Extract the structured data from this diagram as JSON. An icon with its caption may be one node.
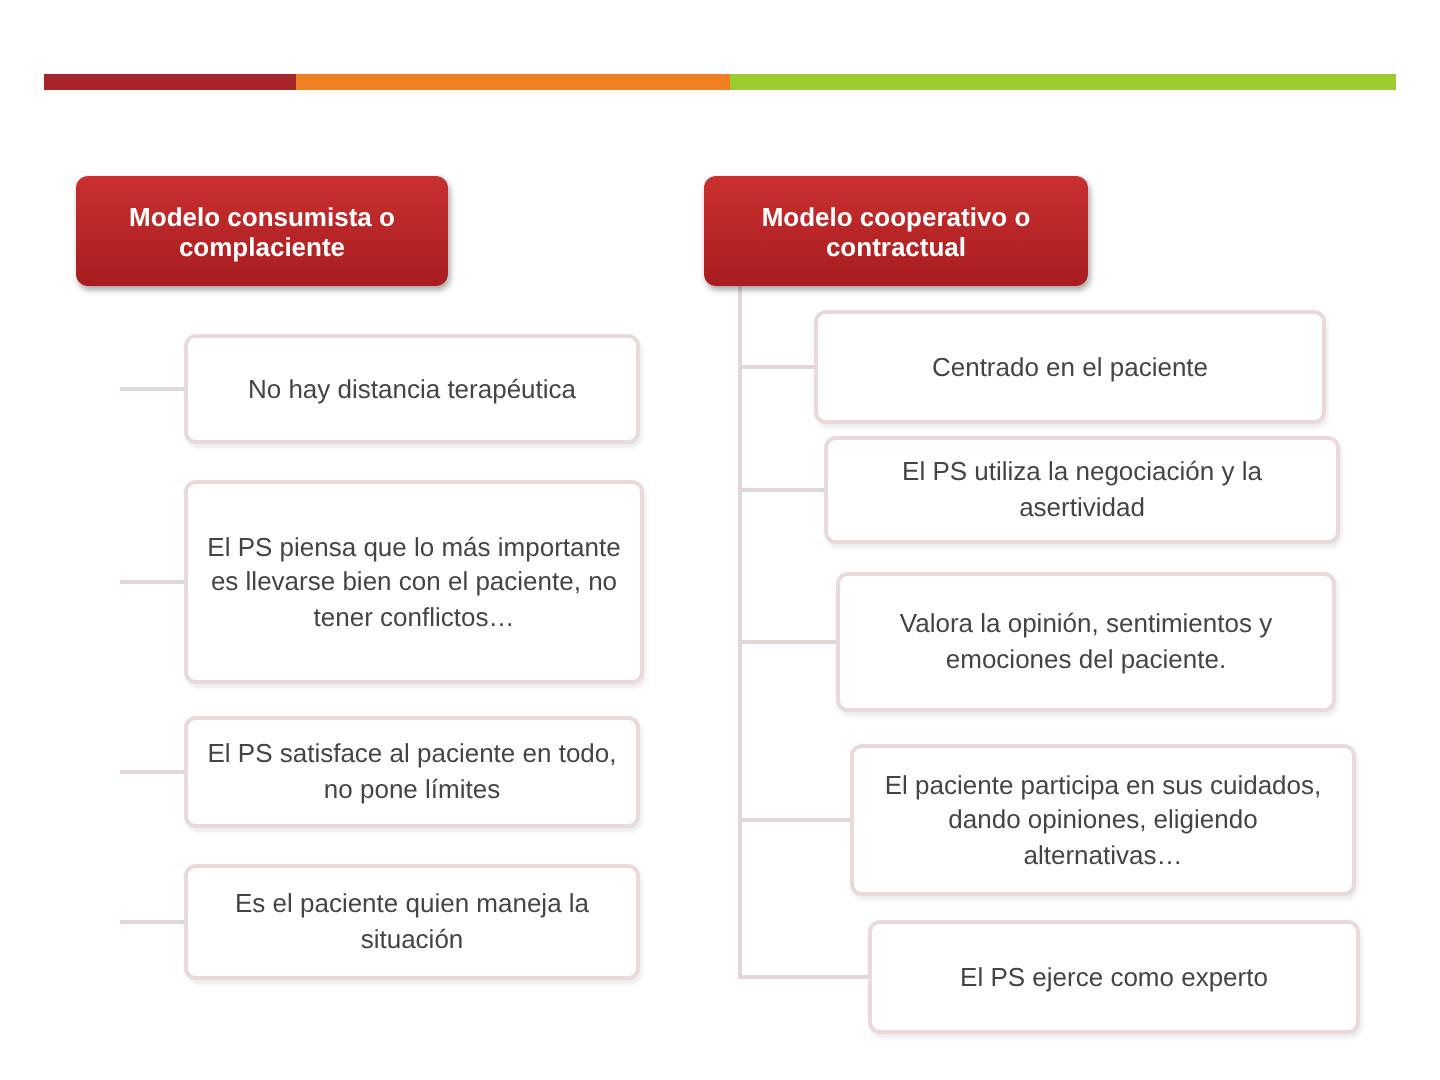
{
  "diagram": {
    "nodes": [
      {
        "text": [
          "Modelo consumista o complaciente"
        ]
      },
      {
        "text": [
          "No hay distancia terapéutica"
        ]
      },
      {
        "text": [
          "El PS piensa que lo más importante es llevarse bien con el paciente, no tener conflictos…"
        ]
      },
      {
        "text": [
          "El PS satisface al paciente en todo, no pone límites"
        ]
      },
      {
        "text": [
          "Es el paciente quien maneja la situación"
        ]
      },
      {
        "text": [
          "Modelo cooperativo o contractual"
        ]
      },
      {
        "text": [
          "Centrado en el paciente"
        ]
      },
      {
        "text": [
          "El PS utiliza la negociación y la asertividad"
        ]
      },
      {
        "text": [
          "Valora la opinión, sentimientos y emociones del paciente."
        ]
      },
      {
        "text": [
          "El paciente participa en sus cuidados, dando opiniones, eligiendo alternativas…"
        ]
      },
      {
        "text": [
          "El PS ejerce como experto"
        ]
      }
    ],
    "edges": [
      {
        "from": null,
        "to": 1,
        "arrow": "none"
      },
      {
        "from": null,
        "to": 2,
        "arrow": "none"
      },
      {
        "from": null,
        "to": 3,
        "arrow": "none"
      },
      {
        "from": null,
        "to": 4,
        "arrow": "none"
      },
      {
        "from": 5,
        "to": 6,
        "arrow": "none"
      },
      {
        "from": 5,
        "to": 7,
        "arrow": "none"
      },
      {
        "from": 5,
        "to": 8,
        "arrow": "none"
      },
      {
        "from": 5,
        "to": 9,
        "arrow": "none"
      },
      {
        "from": 5,
        "to": 10,
        "arrow": "none"
      }
    ]
  }
}
